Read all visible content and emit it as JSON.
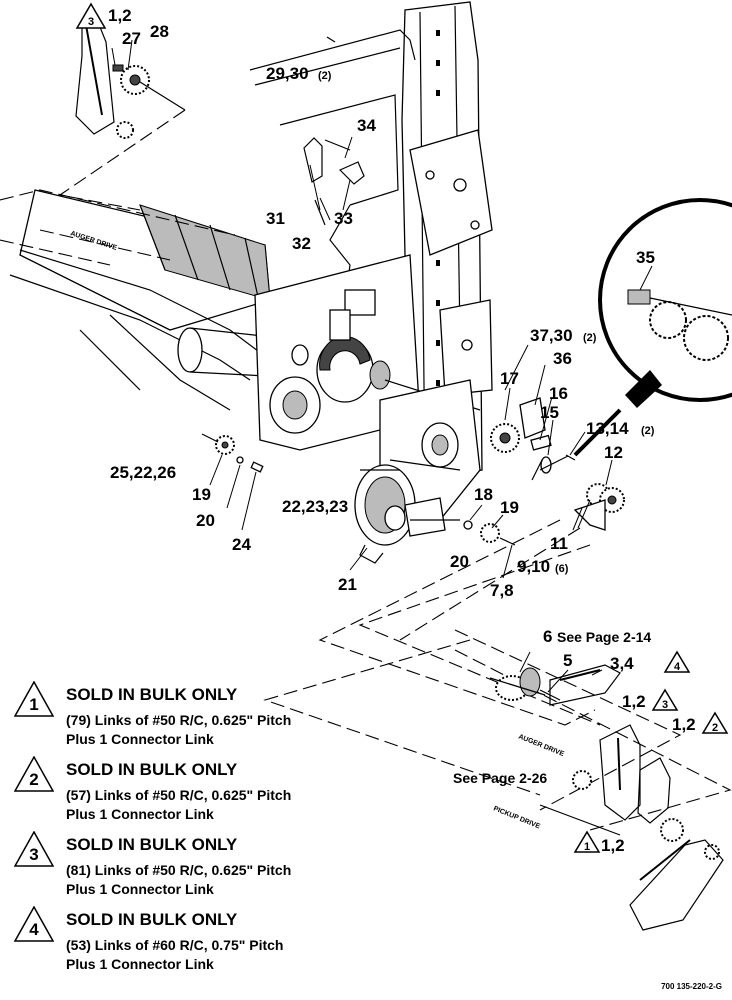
{
  "labels": {
    "n27": "27",
    "n28": "28",
    "n1_2_top": "1,2",
    "n29_30": "29,30",
    "n29_30_q": "(2)",
    "n34": "34",
    "n31": "31",
    "n32": "32",
    "n33": "33",
    "n35": "35",
    "n37_30": "37,30",
    "n37_30_q": "(2)",
    "n36": "36",
    "n17": "17",
    "n16": "16",
    "n15": "15",
    "n13_14": "13,14",
    "n13_14_q": "(2)",
    "n12": "12",
    "n25_22_26": "25,22,26",
    "n19a": "19",
    "n20a": "20",
    "n24": "24",
    "n22_23_23": "22,23,23",
    "n18": "18",
    "n19b": "19",
    "n20b": "20",
    "n9_10": "9,10",
    "n9_10_q": "(6)",
    "n11": "11",
    "n21": "21",
    "n7_8": "7,8",
    "n6": "6",
    "see_2_14": "See Page 2-14",
    "n5": "5",
    "n3_4": "3,4",
    "n1_2_a": "1,2",
    "n1_2_b": "1,2",
    "see_2_26": "See Page 2-26",
    "n1_2_c": "1,2",
    "auger_drive_top": "AUGER DRIVE",
    "auger_drive_bottom": "AUGER DRIVE",
    "pickup_drive": "PICKUP DRIVE",
    "tri3_top": "3",
    "tri4": "4",
    "tri3_mid": "3",
    "tri2_mid": "2",
    "tri1_low": "1"
  },
  "notes": [
    {
      "num": "1",
      "head": "SOLD IN BULK ONLY",
      "line1": "(79) Links of #50 R/C, 0.625\" Pitch",
      "line2": "Plus 1 Connector Link"
    },
    {
      "num": "2",
      "head": "SOLD IN BULK ONLY",
      "line1": "(57) Links of #50 R/C, 0.625\" Pitch",
      "line2": "Plus 1 Connector Link"
    },
    {
      "num": "3",
      "head": "SOLD IN BULK ONLY",
      "line1": "(81) Links of #50 R/C, 0.625\" Pitch",
      "line2": "Plus 1 Connector Link"
    },
    {
      "num": "4",
      "head": "SOLD IN BULK ONLY",
      "line1": "(53) Links of #60 R/C, 0.75\" Pitch",
      "line2": "Plus 1 Connector Link"
    }
  ],
  "figure_id": "700 135-220-2-G"
}
